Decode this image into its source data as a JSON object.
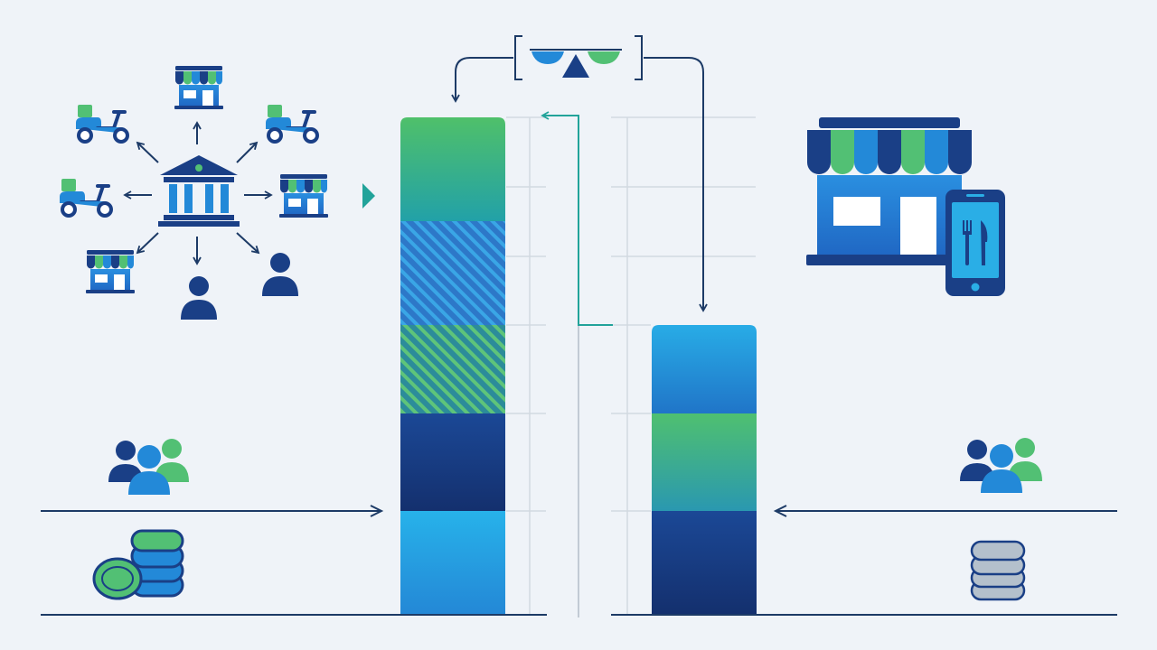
{
  "colors": {
    "background": "#eff3f8",
    "navy": "#1a3f86",
    "blue": "#2389d8",
    "sky": "#2aaee6",
    "green": "#52c074",
    "teal": "#22a39a",
    "gridline": "#d2d9e1",
    "axis": "#1c3a66",
    "gray": "#8f9aa8"
  },
  "icons": {
    "hub": "bank-hub-icon",
    "store": "storefront-icon",
    "scooter": "delivery-scooter-icon",
    "person": "person-icon",
    "group": "people-group-icon",
    "coins": "coin-stack-icon",
    "phone": "phone-menu-icon",
    "scale": "balance-scale-icon"
  },
  "diagram": {
    "left_bar_segments": [
      {
        "name": "platform-margin",
        "style": "solid",
        "fill": "green-to-teal"
      },
      {
        "name": "delivery-share",
        "style": "hatched",
        "fill": "blue"
      },
      {
        "name": "marketing-share",
        "style": "hatched",
        "fill": "green"
      },
      {
        "name": "restaurant-cost",
        "style": "solid",
        "fill": "navy"
      },
      {
        "name": "base-price",
        "style": "solid",
        "fill": "sky"
      }
    ],
    "right_bar_segments": [
      {
        "name": "direct-margin",
        "style": "solid",
        "fill": "sky-to-blue"
      },
      {
        "name": "service",
        "style": "solid",
        "fill": "green"
      },
      {
        "name": "restaurant-cost",
        "style": "solid",
        "fill": "navy"
      }
    ]
  }
}
